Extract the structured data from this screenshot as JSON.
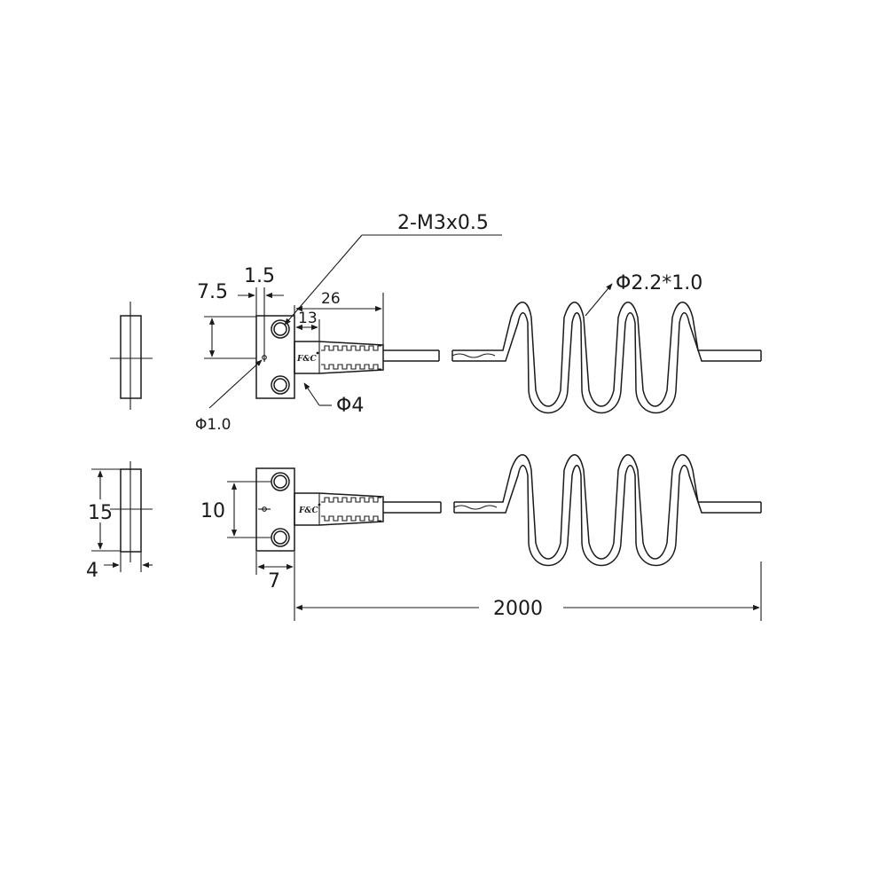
{
  "labels": {
    "thread_spec": "2-M3x0.5",
    "dim_7_5": "7.5",
    "dim_1_5": "1.5",
    "dim_26": "26",
    "dim_13": "13",
    "fiber_spec": "Φ2.2*1.0",
    "phi_4": "Φ4",
    "phi_1_0": "Φ1.0",
    "dim_15": "15",
    "dim_4": "4",
    "dim_10": "10",
    "dim_7": "7",
    "dim_2000": "2000",
    "brand": "F&C"
  },
  "colors": {
    "line": "#1a1a1a",
    "background": "#ffffff"
  }
}
